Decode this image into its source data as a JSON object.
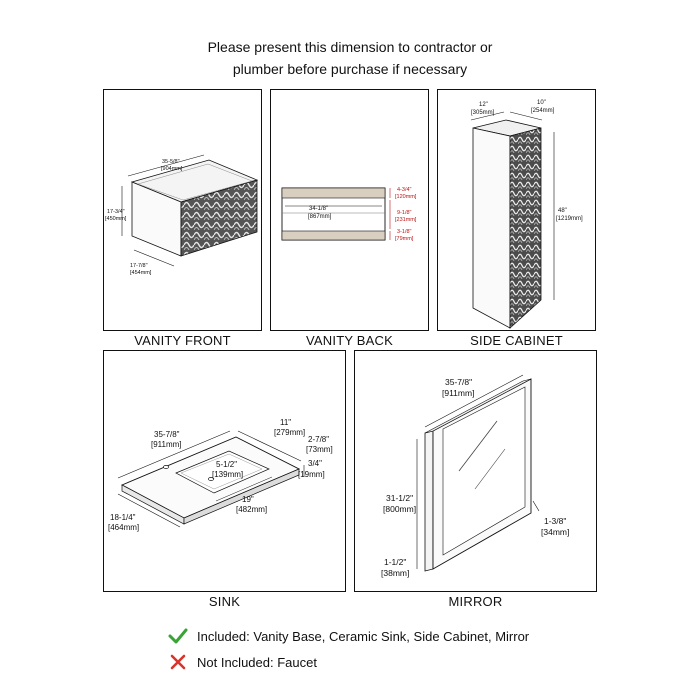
{
  "header": {
    "line1": "Please present this dimension to contractor or",
    "line2": "plumber before purchase if necessary"
  },
  "panels": {
    "vanity_front": {
      "caption": "VANITY FRONT",
      "width": "35-5/8\"",
      "width_mm": "[904mm]",
      "height": "17-3/4\"",
      "height_mm": "[450mm]",
      "depth": "17-7/8\"",
      "depth_mm": "[454mm]"
    },
    "vanity_back": {
      "caption": "VANITY BACK",
      "width": "34-1/8\"",
      "width_mm": "[867mm]",
      "top": "4-3/4\"",
      "top_mm": "[120mm]",
      "middle": "9-1/8\"",
      "middle_mm": "[231mm]",
      "bottom": "3-1/8\"",
      "bottom_mm": "[79mm]"
    },
    "side_cabinet": {
      "caption": "SIDE CABINET",
      "width": "12\"",
      "width_mm": "[305mm]",
      "depth": "10\"",
      "depth_mm": "[254mm]",
      "height": "48\"",
      "height_mm": "[1219mm]"
    },
    "sink": {
      "caption": "SINK",
      "width": "35-7/8\"",
      "width_mm": "[911mm]",
      "depth": "18-1/4\"",
      "depth_mm": "[464mm]",
      "basin_width": "19\"",
      "basin_width_mm": "[482mm]",
      "basin_depth": "11\"",
      "basin_depth_mm": "[279mm]",
      "drain": "5-1/2\"",
      "drain_mm": "[139mm]",
      "overall_height": "2-7/8\"",
      "overall_height_mm": "[73mm]",
      "lip": "3/4\"",
      "lip_mm": "[19mm]"
    },
    "mirror": {
      "caption": "MIRROR",
      "width": "35-7/8\"",
      "width_mm": "[911mm]",
      "height": "31-1/2\"",
      "height_mm": "[800mm]",
      "frame": "1-1/2\"",
      "frame_mm": "[38mm]",
      "depth": "1-3/8\"",
      "depth_mm": "[34mm]"
    }
  },
  "legend": {
    "included": "Included: Vanity Base, Ceramic Sink, Side Cabinet, Mirror",
    "not_included": "Not Included: Faucet",
    "included_color": "#3aa335",
    "not_included_color": "#d9342b"
  }
}
